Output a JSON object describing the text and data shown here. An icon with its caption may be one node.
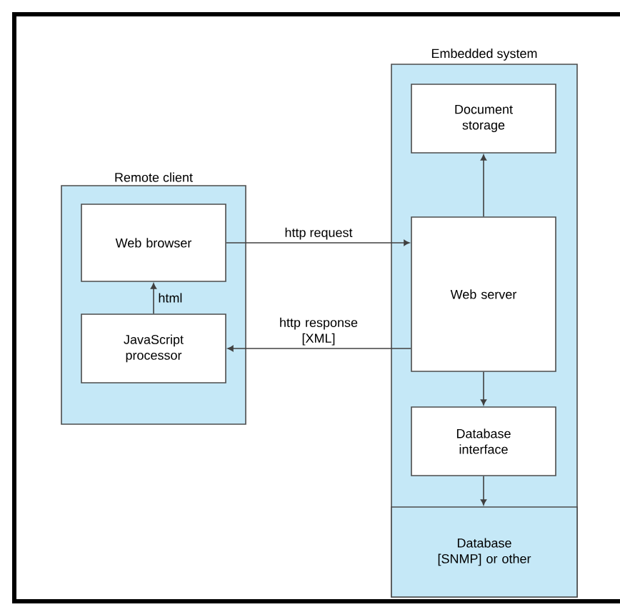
{
  "diagram": {
    "nodes": [
      {
        "text": [
          "Remote client"
        ]
      },
      {
        "text": [
          "Web browser"
        ],
        "in": 0
      },
      {
        "text": [
          "JavaScript processor"
        ],
        "in": 0
      },
      {
        "text": [
          "Embedded system"
        ]
      },
      {
        "text": [
          "Document storage"
        ],
        "in": 3
      },
      {
        "text": [
          "Web server"
        ],
        "in": 3
      },
      {
        "text": [
          "Database interface"
        ],
        "in": 3
      },
      {
        "text": [
          "Database [SNMP] or other"
        ],
        "in": 3
      }
    ],
    "edges": [
      {
        "from": 1,
        "to": 5,
        "arrow": "to",
        "label": "http request"
      },
      {
        "from": 5,
        "to": 2,
        "arrow": "to",
        "label": "http response [XML]"
      },
      {
        "from": 2,
        "to": 1,
        "arrow": "to",
        "label": "html"
      },
      {
        "from": 5,
        "to": 4,
        "arrow": "to"
      },
      {
        "from": 5,
        "to": 6,
        "arrow": "to"
      },
      {
        "from": 6,
        "to": 7,
        "arrow": "to"
      }
    ]
  }
}
